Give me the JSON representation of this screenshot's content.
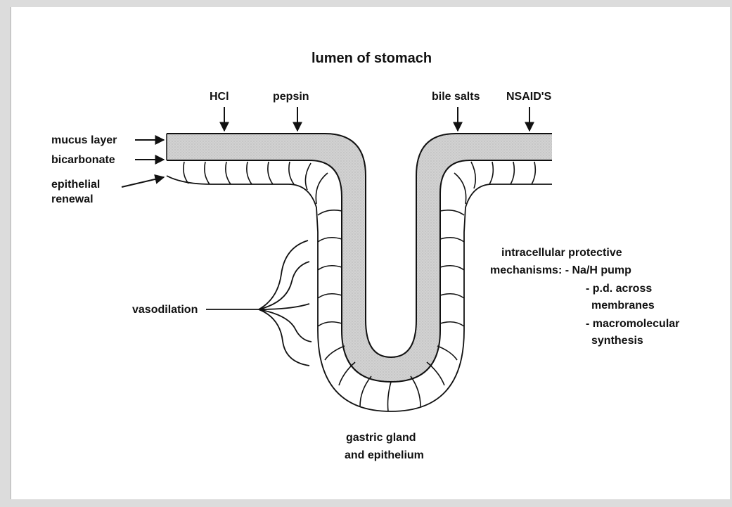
{
  "title": "lumen of stomach",
  "agents": {
    "hcl": "HCl",
    "pepsin": "pepsin",
    "bile_salts": "bile salts",
    "nsaids": "NSAID'S"
  },
  "left_labels": {
    "mucus_layer": "mucus layer",
    "bicarbonate": "bicarbonate",
    "epithelial_line1": "epithelial",
    "epithelial_line2": "renewal",
    "vasodilation": "vasodilation"
  },
  "right_labels": {
    "line1": "intracellular protective",
    "line2": "mechanisms: - Na/H pump",
    "line3": "- p.d. across",
    "line4": "membranes",
    "line5": "- macromolecular",
    "line6": "synthesis"
  },
  "bottom_label": {
    "line1": "gastric gland",
    "line2": "and epithelium"
  },
  "colors": {
    "mucus_fill": "#cfcfcf",
    "line": "#111111",
    "background": "#ffffff"
  }
}
